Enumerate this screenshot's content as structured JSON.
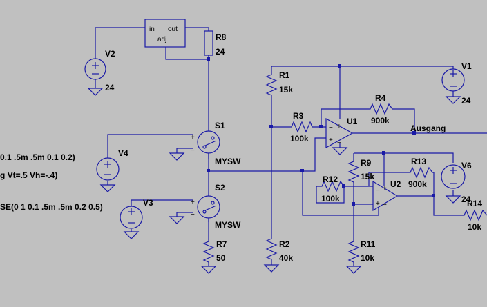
{
  "regulator": {
    "in": "in",
    "out": "out",
    "adj": "adj"
  },
  "components": {
    "R8": {
      "name": "R8",
      "value": "24"
    },
    "R1": {
      "name": "R1",
      "value": "15k"
    },
    "R2": {
      "name": "R2",
      "value": "40k"
    },
    "R3": {
      "name": "R3",
      "value": "100k"
    },
    "R4": {
      "name": "R4",
      "value": "900k"
    },
    "R7": {
      "name": "R7",
      "value": "50"
    },
    "R9": {
      "name": "R9",
      "value": "15k"
    },
    "R11": {
      "name": "R11",
      "value": "10k"
    },
    "R12": {
      "name": "R12",
      "value": "100k"
    },
    "R13": {
      "name": "R13",
      "value": "900k"
    },
    "R14": {
      "name": "R14",
      "value": "10k"
    },
    "V1": {
      "name": "V1",
      "value": "24"
    },
    "V2": {
      "name": "V2",
      "value": "24"
    },
    "V3": {
      "name": "V3",
      "value": ""
    },
    "V4": {
      "name": "V4",
      "value": ""
    },
    "V6": {
      "name": "V6",
      "value": "24"
    },
    "S1": {
      "name": "S1",
      "value": "MYSW"
    },
    "S2": {
      "name": "S2",
      "value": "MYSW"
    },
    "U1": {
      "name": "U1",
      "value": ""
    },
    "U2": {
      "name": "U2",
      "value": ""
    }
  },
  "net_labels": {
    "output": "Ausgang"
  },
  "directives": {
    "v4_pulse": "0.1 .5m .5m 0.1 0.2)",
    "model": "g Vt=.5 Vh=-.4)",
    "v3_pulse": "SE(0 1 0.1 .5m .5m 0.2 0.5)"
  },
  "symbols": {
    "plus": "+",
    "minus": "−"
  }
}
